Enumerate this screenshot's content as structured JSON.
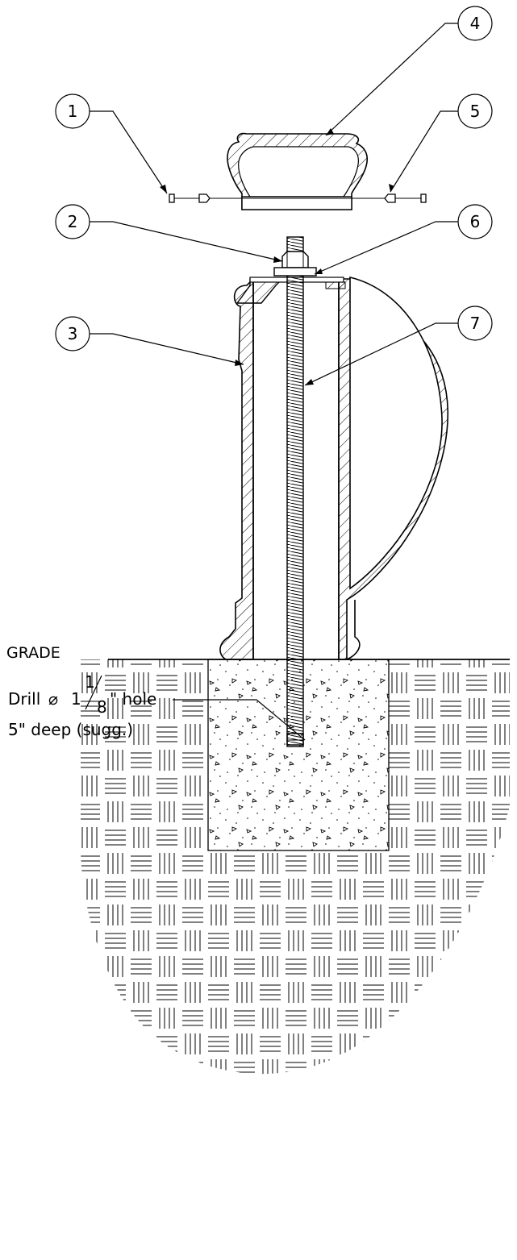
{
  "callouts": [
    {
      "number": "1"
    },
    {
      "number": "2"
    },
    {
      "number": "3"
    },
    {
      "number": "4"
    },
    {
      "number": "5"
    },
    {
      "number": "6"
    },
    {
      "number": "7"
    }
  ],
  "drill_note": {
    "prefix": "Drill",
    "diameter_symbol": "⌀",
    "whole": "1",
    "numerator": "1",
    "denominator": "8",
    "suffix": "\" hole",
    "line2": "5\" deep (sugg.)"
  },
  "grade_label": "GRADE"
}
